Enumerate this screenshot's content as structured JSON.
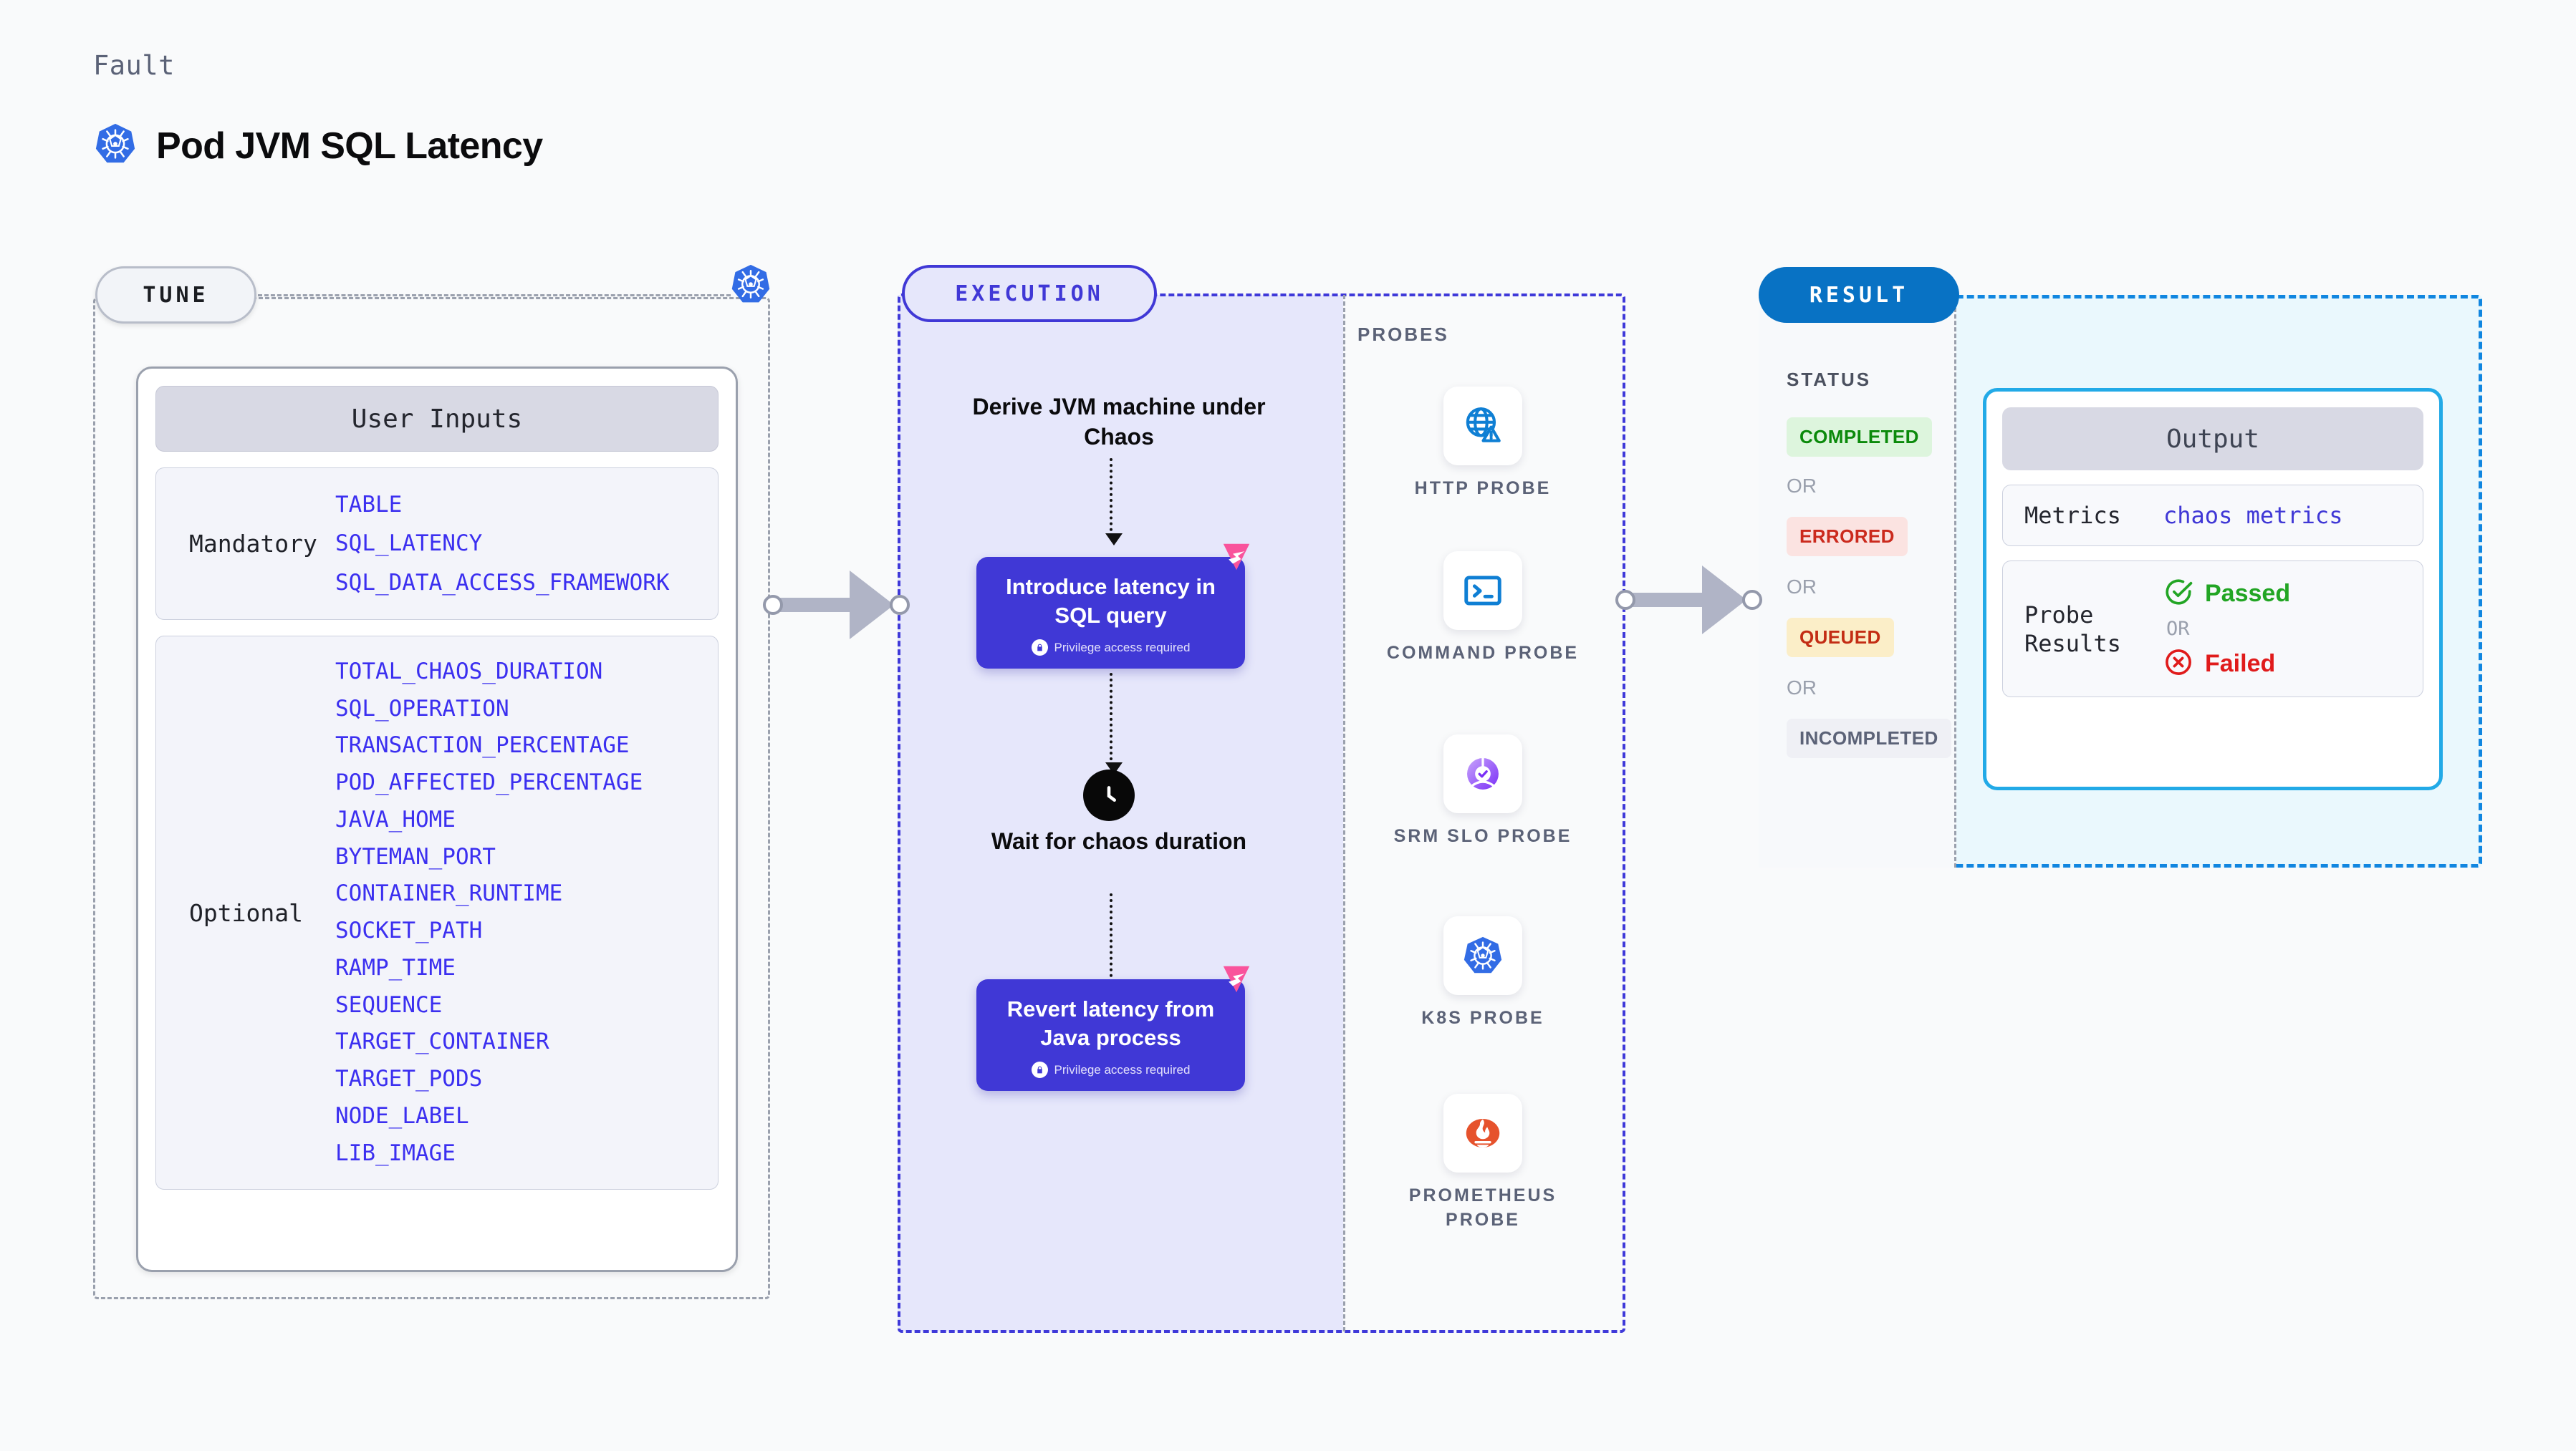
{
  "header": {
    "eyebrow": "Fault",
    "title": "Pod JVM SQL Latency",
    "icon": "kubernetes-icon"
  },
  "tune": {
    "pill_label": "TUNE",
    "badge_icon": "kubernetes-icon",
    "card_title": "User Inputs",
    "groups": [
      {
        "label": "Mandatory",
        "params": [
          "TABLE",
          "SQL_LATENCY",
          "SQL_DATA_ACCESS_FRAMEWORK"
        ]
      },
      {
        "label": "Optional",
        "params": [
          "TOTAL_CHAOS_DURATION",
          "SQL_OPERATION",
          "TRANSACTION_PERCENTAGE",
          "POD_AFFECTED_PERCENTAGE",
          "JAVA_HOME",
          "BYTEMAN_PORT",
          "CONTAINER_RUNTIME",
          "SOCKET_PATH",
          "RAMP_TIME",
          "SEQUENCE",
          "TARGET_CONTAINER",
          "TARGET_PODS",
          "NODE_LABEL",
          "LIB_IMAGE"
        ]
      }
    ]
  },
  "execution": {
    "pill_label": "EXECUTION",
    "step_derive": "Derive JVM machine under Chaos",
    "step_wait": "Wait for chaos duration",
    "privilege_note": "Privilege access required",
    "cards": [
      {
        "title": "Introduce latency in SQL query",
        "badge_icon": "harness-icon",
        "lock_icon": "lock-icon"
      },
      {
        "title": "Revert latency from Java process",
        "badge_icon": "harness-icon",
        "lock_icon": "lock-icon"
      }
    ],
    "wait_icon": "clock-icon"
  },
  "probes": {
    "title": "PROBES",
    "items": [
      {
        "name": "HTTP PROBE",
        "icon": "globe-warning-icon"
      },
      {
        "name": "COMMAND PROBE",
        "icon": "terminal-icon"
      },
      {
        "name": "SRM SLO PROBE",
        "icon": "slo-gauge-icon"
      },
      {
        "name": "K8S PROBE",
        "icon": "kubernetes-icon"
      },
      {
        "name": "PROMETHEUS PROBE",
        "icon": "prometheus-icon"
      }
    ]
  },
  "result": {
    "pill_label": "RESULT",
    "status_title": "STATUS",
    "or_label": "OR",
    "statuses": [
      {
        "label": "COMPLETED",
        "bg": "#ddf5dd",
        "color": "#0b8a0b"
      },
      {
        "label": "ERRORED",
        "bg": "#fbe3e1",
        "color": "#cb2a1d"
      },
      {
        "label": "QUEUED",
        "bg": "#fbeec8",
        "color": "#c32d14"
      },
      {
        "label": "INCOMPLETED",
        "bg": "#eff0f5",
        "color": "#5b6277"
      }
    ],
    "output": {
      "title": "Output",
      "metrics_key": "Metrics",
      "metrics_value": "chaos metrics",
      "probe_key": "Probe Results",
      "passed_label": "Passed",
      "failed_label": "Failed",
      "or_label": "OR",
      "passed_icon": "check-circle-icon",
      "failed_icon": "x-circle-icon"
    }
  },
  "colors": {
    "k8s_blue": "#326ce5",
    "harness_pink": "#f9539c",
    "execution_purple": "#4038d6",
    "result_blue": "#0872c4",
    "param_blue": "#3b2ff0",
    "pass_green": "#22a524",
    "fail_red": "#e01b1b"
  }
}
